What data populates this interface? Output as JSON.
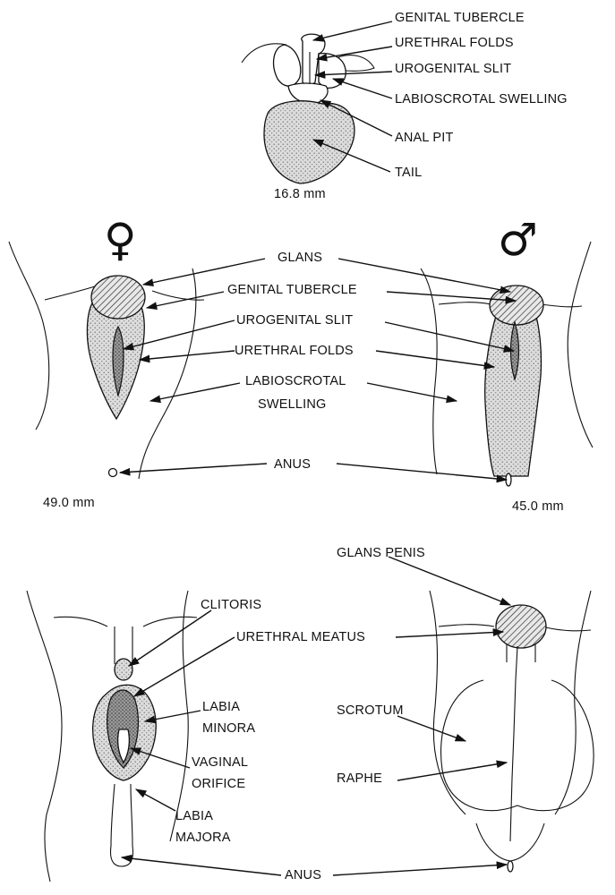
{
  "stage_1": {
    "labels": {
      "genital_tubercle": "GENITAL TUBERCLE",
      "urethral_folds": "URETHRAL FOLDS",
      "urogenital_slit": "UROGENITAL SLIT",
      "labioscrotal_swelling": "LABIOSCROTAL SWELLING",
      "anal_pit": "ANAL PIT",
      "tail": "TAIL"
    },
    "size": "16.8 mm"
  },
  "stage_2": {
    "female_symbol": "♀",
    "male_symbol": "♂",
    "labels": {
      "glans": "GLANS",
      "genital_tubercle": "GENITAL TUBERCLE",
      "urogenital_slit": "UROGENITAL SLIT",
      "urethral_folds": "URETHRAL FOLDS",
      "labioscrotal_line1": "LABIOSCROTAL",
      "labioscrotal_line2": "SWELLING",
      "anus": "ANUS"
    },
    "female_size": "49.0 mm",
    "male_size": "45.0 mm"
  },
  "stage_3": {
    "female_labels": {
      "clitoris": "CLITORIS",
      "urethral_meatus": "URETHRAL MEATUS",
      "labia_minora_line1": "LABIA",
      "labia_minora_line2": "MINORA",
      "vaginal_orifice_line1": "VAGINAL",
      "vaginal_orifice_line2": "ORIFICE",
      "labia_majora_line1": "LABIA",
      "labia_majora_line2": "MAJORA"
    },
    "male_labels": {
      "glans_penis": "GLANS PENIS",
      "scrotum": "SCROTUM",
      "raphe": "RAPHE"
    },
    "anus": "ANUS"
  }
}
